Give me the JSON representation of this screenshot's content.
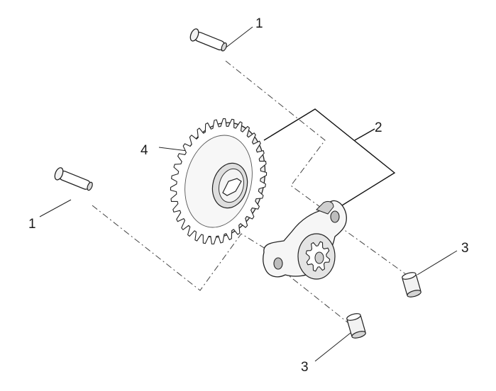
{
  "callouts": {
    "pin_top": "1",
    "pin_left": "1",
    "pump_assembly": "2",
    "bushing_right": "3",
    "bushing_bottom": "3",
    "gear": "4"
  }
}
